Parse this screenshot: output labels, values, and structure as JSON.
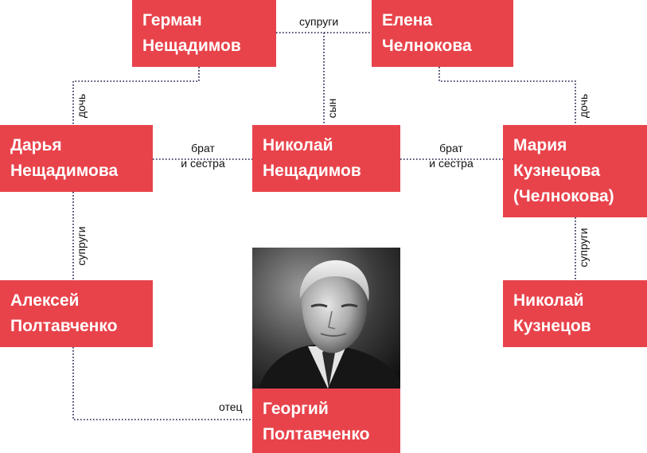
{
  "colors": {
    "box": "#e8434b",
    "box_text": "#ffffff",
    "connector": "#1a1a4a"
  },
  "people": {
    "german": [
      "Герман",
      "Нещадимов"
    ],
    "elena": [
      "Елена",
      "Челнокова"
    ],
    "darya": [
      "Дарья",
      "Нещадимова"
    ],
    "nikolay_n": [
      "Николай",
      "Нещадимов"
    ],
    "maria": [
      "Мария",
      "Кузнецова",
      "(Челнокова)"
    ],
    "aleksey": [
      "Алексей",
      "Полтавченко"
    ],
    "nikolay_k": [
      "Николай",
      "Кузнецов"
    ],
    "georgiy": [
      "Георгий",
      "Полтавченко"
    ]
  },
  "relations": {
    "spouses_top": "супруги",
    "son": "сын",
    "daughter_left": "дочь",
    "daughter_right": "дочь",
    "siblings_left": [
      "брат",
      "и сестра"
    ],
    "siblings_right": [
      "брат",
      "и сестра"
    ],
    "spouses_left": "супруги",
    "spouses_right": "супруги",
    "father": "отец"
  },
  "photo": {
    "subject": "portrait of Георгий Полтавченко",
    "style": "black-and-white"
  }
}
